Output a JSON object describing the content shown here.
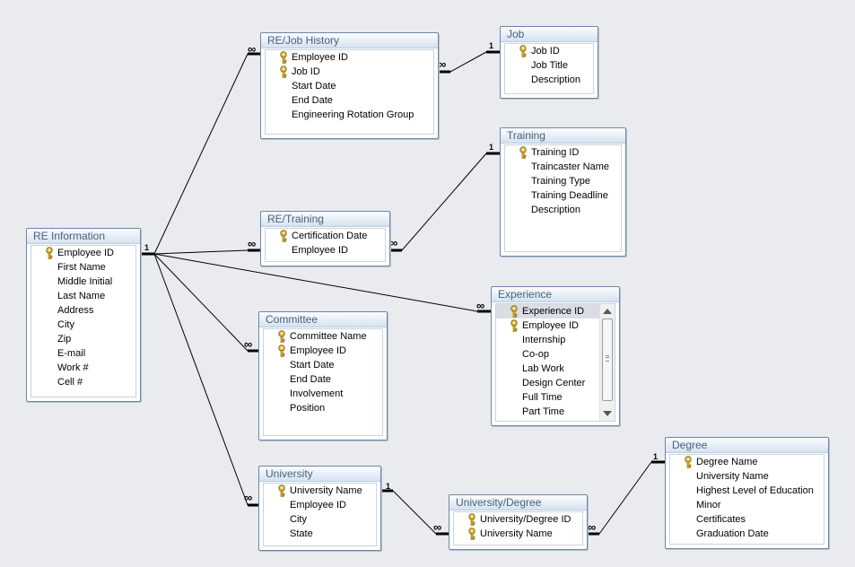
{
  "tables": {
    "re_information": {
      "title": "RE Information",
      "fields": [
        {
          "name": "Employee ID",
          "key": true
        },
        {
          "name": "First Name"
        },
        {
          "name": "Middle Initial"
        },
        {
          "name": "Last Name"
        },
        {
          "name": "Address"
        },
        {
          "name": "City"
        },
        {
          "name": "Zip"
        },
        {
          "name": "E-mail"
        },
        {
          "name": "Work #"
        },
        {
          "name": "Cell #"
        }
      ]
    },
    "re_job_history": {
      "title": "RE/Job History",
      "fields": [
        {
          "name": "Employee ID",
          "key": true
        },
        {
          "name": "Job ID",
          "key": true
        },
        {
          "name": "Start Date"
        },
        {
          "name": "End Date"
        },
        {
          "name": "Engineering Rotation Group"
        }
      ]
    },
    "job": {
      "title": "Job",
      "fields": [
        {
          "name": "Job ID",
          "key": true
        },
        {
          "name": "Job Title"
        },
        {
          "name": "Description"
        }
      ]
    },
    "training": {
      "title": "Training",
      "fields": [
        {
          "name": "Training ID",
          "key": true
        },
        {
          "name": "Traincaster Name"
        },
        {
          "name": "Training Type"
        },
        {
          "name": "Training Deadline"
        },
        {
          "name": "Description"
        }
      ]
    },
    "re_training": {
      "title": "RE/Training",
      "fields": [
        {
          "name": "Certification Date",
          "key": true
        },
        {
          "name": "Employee ID"
        }
      ]
    },
    "committee": {
      "title": "Committee",
      "fields": [
        {
          "name": "Committee Name",
          "key": true
        },
        {
          "name": "Employee ID",
          "key": true
        },
        {
          "name": "Start Date"
        },
        {
          "name": "End Date"
        },
        {
          "name": "Involvement"
        },
        {
          "name": "Position"
        }
      ]
    },
    "experience": {
      "title": "Experience",
      "fields": [
        {
          "name": "Experience ID",
          "key": true
        },
        {
          "name": "Employee ID",
          "key": true
        },
        {
          "name": "Internship"
        },
        {
          "name": "Co-op"
        },
        {
          "name": "Lab Work"
        },
        {
          "name": "Design Center"
        },
        {
          "name": "Full Time"
        },
        {
          "name": "Part Time"
        }
      ]
    },
    "university": {
      "title": "University",
      "fields": [
        {
          "name": "University Name",
          "key": true
        },
        {
          "name": "Employee ID"
        },
        {
          "name": "City"
        },
        {
          "name": "State"
        }
      ]
    },
    "university_degree": {
      "title": "University/Degree",
      "fields": [
        {
          "name": "University/Degree ID",
          "key": true
        },
        {
          "name": "University Name",
          "key": true
        }
      ]
    },
    "degree": {
      "title": "Degree",
      "fields": [
        {
          "name": "Degree Name",
          "key": true
        },
        {
          "name": "University Name"
        },
        {
          "name": "Highest Level of Education"
        },
        {
          "name": "Minor"
        },
        {
          "name": "Certificates"
        },
        {
          "name": "Graduation Date"
        }
      ]
    }
  },
  "cardinality": {
    "one": "1",
    "many": "∞"
  },
  "colors": {
    "background": "#e9ebee",
    "title_text": "#47607d",
    "border": "#6e86a6",
    "key": "#c9a227"
  }
}
